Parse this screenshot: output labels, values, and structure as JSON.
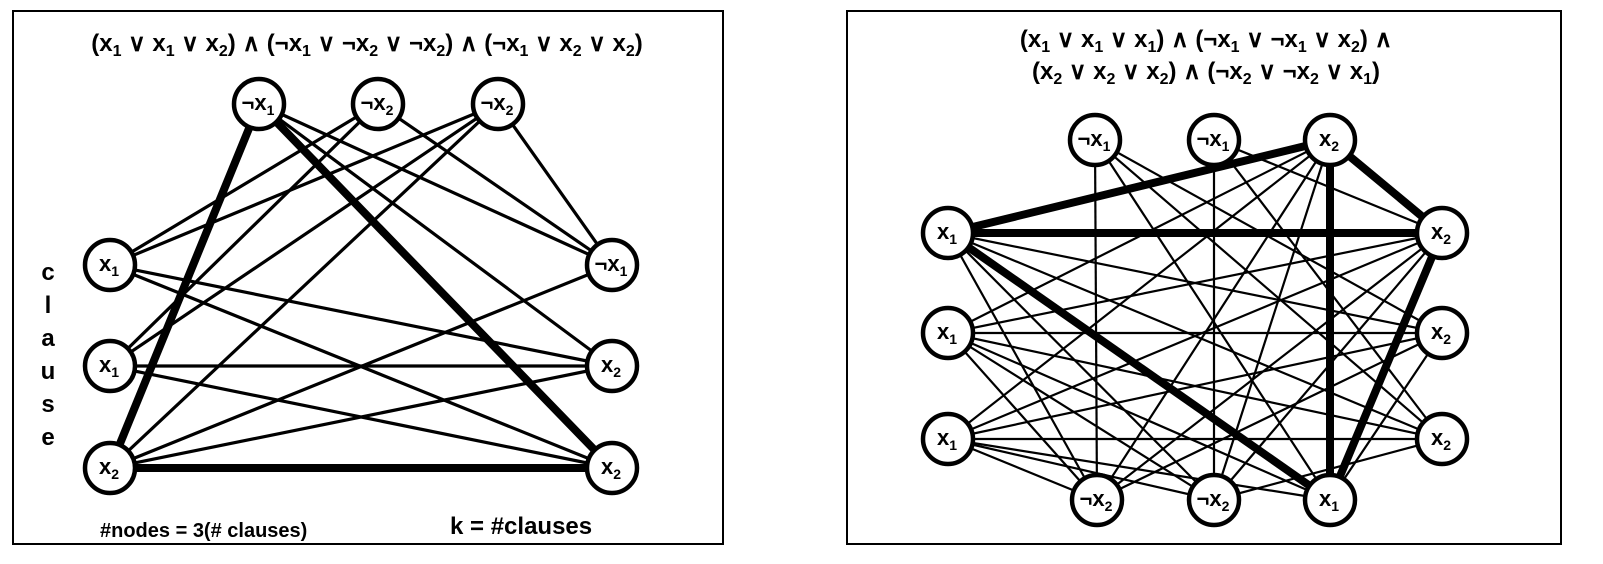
{
  "left": {
    "formula": [
      [
        {
          "t": "(x"
        },
        {
          "s": "1"
        },
        {
          "t": " ∨ x"
        },
        {
          "s": "1"
        },
        {
          "t": " ∨ x"
        },
        {
          "s": "2"
        },
        {
          "t": ") ∧ (¬x"
        },
        {
          "s": "1"
        },
        {
          "t": " ∨ ¬x"
        },
        {
          "s": "2"
        },
        {
          "t": " ∨ ¬x"
        },
        {
          "s": "2"
        },
        {
          "t": ") ∧ (¬x"
        },
        {
          "s": "1"
        },
        {
          "t": " ∨ x"
        },
        {
          "s": "2"
        },
        {
          "t": " ∨ x"
        },
        {
          "s": "2"
        },
        {
          "t": ")"
        }
      ]
    ],
    "vertical_label": "clause",
    "caption_nodes": "#nodes = 3(# clauses)",
    "caption_k": "k = #clauses",
    "nodes": [
      {
        "id": "t1",
        "neg": true,
        "var": "1"
      },
      {
        "id": "t2",
        "neg": true,
        "var": "2"
      },
      {
        "id": "t3",
        "neg": true,
        "var": "2"
      },
      {
        "id": "l1",
        "neg": false,
        "var": "1"
      },
      {
        "id": "l2",
        "neg": false,
        "var": "1"
      },
      {
        "id": "l3",
        "neg": false,
        "var": "2"
      },
      {
        "id": "r1",
        "neg": true,
        "var": "1"
      },
      {
        "id": "r2",
        "neg": false,
        "var": "2"
      },
      {
        "id": "r3",
        "neg": false,
        "var": "2"
      }
    ],
    "edges": [
      [
        "t1",
        "l3",
        true
      ],
      [
        "t1",
        "r3",
        true
      ],
      [
        "l3",
        "r3",
        true
      ],
      [
        "t1",
        "r1",
        false
      ],
      [
        "t1",
        "r2",
        false
      ],
      [
        "t2",
        "l1",
        false
      ],
      [
        "t2",
        "l2",
        false
      ],
      [
        "t2",
        "r1",
        false
      ],
      [
        "t3",
        "l1",
        false
      ],
      [
        "t3",
        "l2",
        false
      ],
      [
        "t3",
        "l3",
        false
      ],
      [
        "t3",
        "r1",
        false
      ],
      [
        "l1",
        "r2",
        false
      ],
      [
        "l1",
        "r3",
        false
      ],
      [
        "l2",
        "r2",
        false
      ],
      [
        "l2",
        "r3",
        false
      ],
      [
        "l3",
        "r1",
        false
      ],
      [
        "l3",
        "r2",
        false
      ]
    ]
  },
  "right": {
    "formula": [
      [
        {
          "t": "(x"
        },
        {
          "s": "1"
        },
        {
          "t": " ∨ x"
        },
        {
          "s": "1"
        },
        {
          "t": " ∨ x"
        },
        {
          "s": "1"
        },
        {
          "t": ") ∧ (¬x"
        },
        {
          "s": "1"
        },
        {
          "t": " ∨ ¬x"
        },
        {
          "s": "1"
        },
        {
          "t": " ∨ x"
        },
        {
          "s": "2"
        },
        {
          "t": ") ∧"
        }
      ],
      [
        {
          "t": "(x"
        },
        {
          "s": "2"
        },
        {
          "t": " ∨ x"
        },
        {
          "s": "2"
        },
        {
          "t": " ∨ x"
        },
        {
          "s": "2"
        },
        {
          "t": ") ∧ (¬x"
        },
        {
          "s": "2"
        },
        {
          "t": " ∨ ¬x"
        },
        {
          "s": "2"
        },
        {
          "t": " ∨ x"
        },
        {
          "s": "1"
        },
        {
          "t": ")"
        }
      ]
    ],
    "nodes": [
      {
        "id": "a1",
        "neg": true,
        "var": "1"
      },
      {
        "id": "a2",
        "neg": true,
        "var": "1"
      },
      {
        "id": "a3",
        "neg": false,
        "var": "2"
      },
      {
        "id": "L1",
        "neg": false,
        "var": "1"
      },
      {
        "id": "L2",
        "neg": false,
        "var": "1"
      },
      {
        "id": "L3",
        "neg": false,
        "var": "1"
      },
      {
        "id": "R1",
        "neg": false,
        "var": "2"
      },
      {
        "id": "R2",
        "neg": false,
        "var": "2"
      },
      {
        "id": "R3",
        "neg": false,
        "var": "2"
      },
      {
        "id": "b1",
        "neg": true,
        "var": "2"
      },
      {
        "id": "b2",
        "neg": true,
        "var": "2"
      },
      {
        "id": "b3",
        "neg": false,
        "var": "1"
      }
    ],
    "edges": [
      [
        "L1",
        "a3",
        true
      ],
      [
        "L1",
        "R1",
        true
      ],
      [
        "L1",
        "b3",
        true
      ],
      [
        "a3",
        "R1",
        true
      ],
      [
        "a3",
        "b3",
        true
      ],
      [
        "R1",
        "b3",
        true
      ],
      [
        "a1",
        "b1",
        false
      ],
      [
        "a1",
        "b3",
        false
      ],
      [
        "a1",
        "R2",
        false
      ],
      [
        "a1",
        "R3",
        false
      ],
      [
        "a2",
        "b2",
        false
      ],
      [
        "a2",
        "R1",
        false
      ],
      [
        "a2",
        "R3",
        false
      ],
      [
        "a3",
        "L2",
        false
      ],
      [
        "a3",
        "L3",
        false
      ],
      [
        "a3",
        "b1",
        false
      ],
      [
        "a3",
        "b2",
        false
      ],
      [
        "L1",
        "b1",
        false
      ],
      [
        "L1",
        "b2",
        false
      ],
      [
        "L1",
        "R2",
        false
      ],
      [
        "L1",
        "R3",
        false
      ],
      [
        "L2",
        "b1",
        false
      ],
      [
        "L2",
        "b2",
        false
      ],
      [
        "L2",
        "b3",
        false
      ],
      [
        "L2",
        "R1",
        false
      ],
      [
        "L2",
        "R2",
        false
      ],
      [
        "L2",
        "R3",
        false
      ],
      [
        "L3",
        "b1",
        false
      ],
      [
        "L3",
        "b2",
        false
      ],
      [
        "L3",
        "b3",
        false
      ],
      [
        "L3",
        "R1",
        false
      ],
      [
        "L3",
        "R2",
        false
      ],
      [
        "L3",
        "R3",
        false
      ],
      [
        "b1",
        "R1",
        false
      ],
      [
        "b1",
        "R2",
        false
      ],
      [
        "b2",
        "R1",
        false
      ],
      [
        "b2",
        "R3",
        false
      ],
      [
        "b3",
        "R2",
        false
      ]
    ]
  }
}
